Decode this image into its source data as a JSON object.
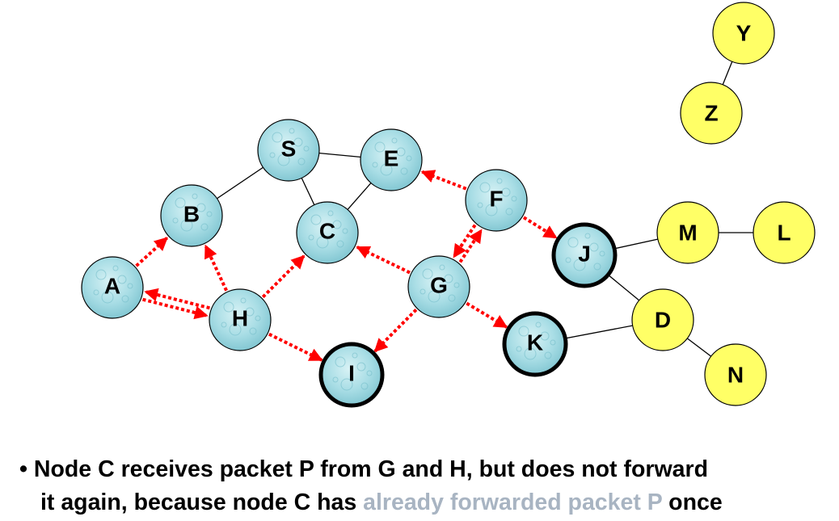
{
  "nodes": [
    {
      "id": "S",
      "label": "S",
      "style": "blue"
    },
    {
      "id": "E",
      "label": "E",
      "style": "blue"
    },
    {
      "id": "B",
      "label": "B",
      "style": "blue"
    },
    {
      "id": "C",
      "label": "C",
      "style": "blue"
    },
    {
      "id": "F",
      "label": "F",
      "style": "blue"
    },
    {
      "id": "A",
      "label": "A",
      "style": "blue"
    },
    {
      "id": "H",
      "label": "H",
      "style": "blue"
    },
    {
      "id": "G",
      "label": "G",
      "style": "blue"
    },
    {
      "id": "I",
      "label": "I",
      "style": "blue-bold"
    },
    {
      "id": "K",
      "label": "K",
      "style": "blue-bold"
    },
    {
      "id": "J",
      "label": "J",
      "style": "blue-bold"
    },
    {
      "id": "M",
      "label": "M",
      "style": "yellow"
    },
    {
      "id": "L",
      "label": "L",
      "style": "yellow"
    },
    {
      "id": "D",
      "label": "D",
      "style": "yellow"
    },
    {
      "id": "N",
      "label": "N",
      "style": "yellow"
    },
    {
      "id": "Y",
      "label": "Y",
      "style": "yellow"
    },
    {
      "id": "Z",
      "label": "Z",
      "style": "yellow"
    }
  ],
  "links": [
    [
      "S",
      "E"
    ],
    [
      "S",
      "B"
    ],
    [
      "S",
      "C"
    ],
    [
      "E",
      "C"
    ],
    [
      "J",
      "M"
    ],
    [
      "M",
      "L"
    ],
    [
      "J",
      "D"
    ],
    [
      "K",
      "D"
    ],
    [
      "D",
      "N"
    ],
    [
      "Y",
      "Z"
    ]
  ],
  "packet_arrows": [
    [
      "A",
      "B"
    ],
    [
      "H",
      "A"
    ],
    [
      "A",
      "H"
    ],
    [
      "H",
      "B"
    ],
    [
      "H",
      "C"
    ],
    [
      "H",
      "I"
    ],
    [
      "G",
      "C"
    ],
    [
      "G",
      "I"
    ],
    [
      "G",
      "K"
    ],
    [
      "G",
      "F"
    ],
    [
      "F",
      "G"
    ],
    [
      "F",
      "E"
    ],
    [
      "F",
      "J"
    ]
  ],
  "colors": {
    "blue_node": "#a8dde5",
    "blue_node_dark": "#6fb9c6",
    "yellow_node": "#ffff66",
    "arrow": "#ff0000",
    "link": "#000000",
    "highlight_text": "#a8b4c2"
  },
  "caption": {
    "bullet": "•",
    "line1": "Node C receives packet P from G and H, but does not forward",
    "line2_start": "it again, because node C has ",
    "line2_highlight": "already forwarded packet P",
    "line2_end": " once"
  }
}
